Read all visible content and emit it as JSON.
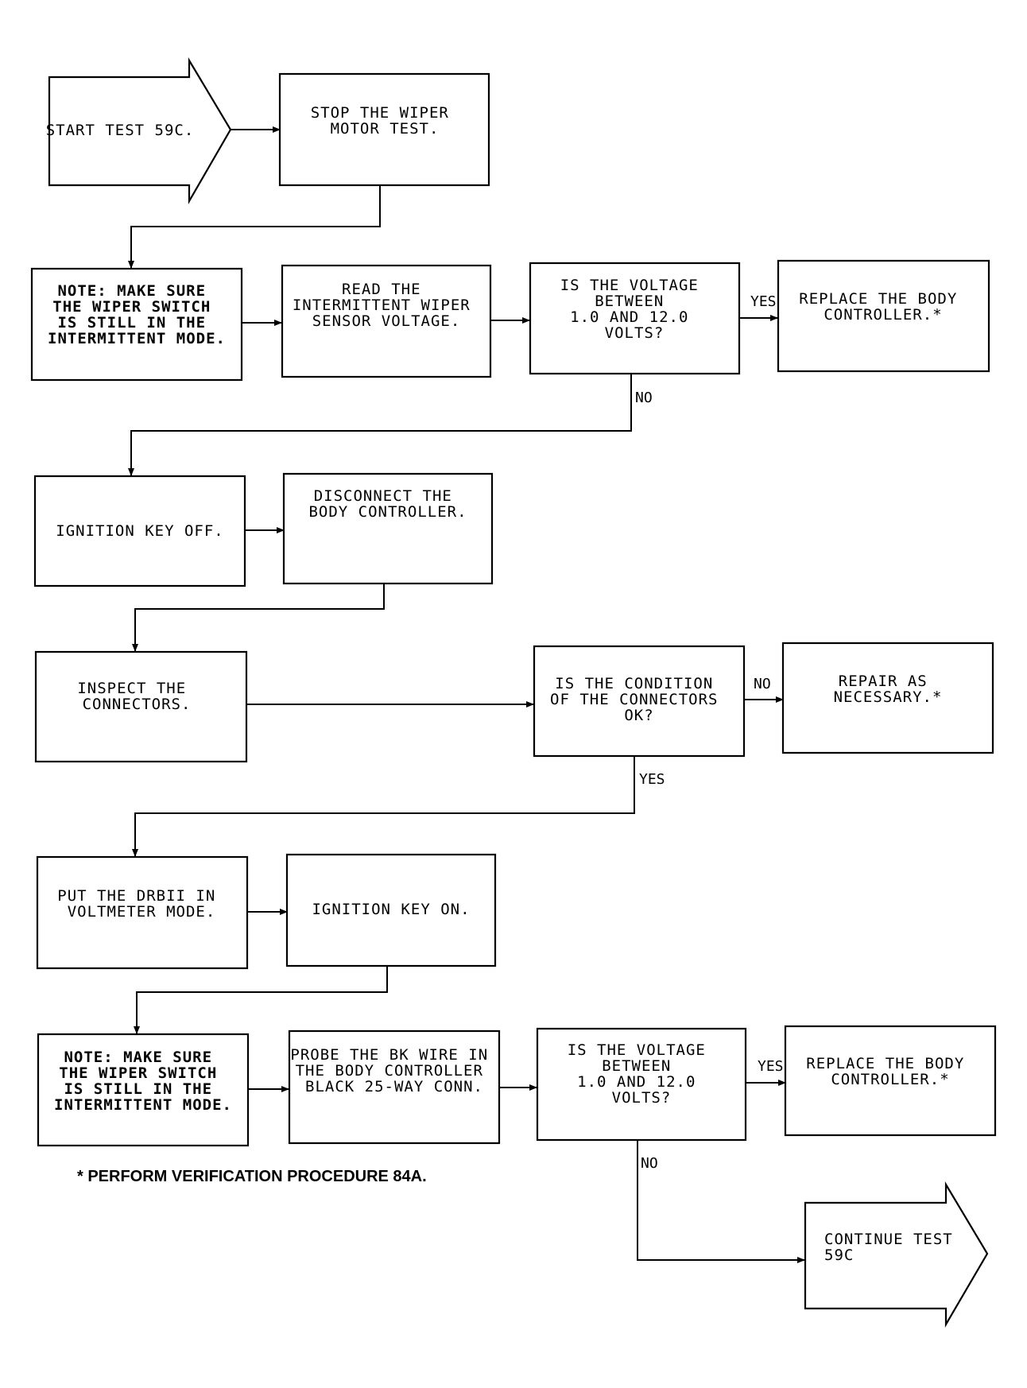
{
  "start": {
    "lines": [
      "START TEST 59C."
    ]
  },
  "continue": {
    "lines": [
      "CONTINUE TEST",
      "59C"
    ]
  },
  "steps": {
    "stop_wiper": {
      "lines": [
        "STOP THE WIPER",
        "MOTOR TEST."
      ]
    },
    "note_1": {
      "lines": [
        "NOTE:  MAKE SURE",
        "THE WIPER SWITCH",
        "IS STILL IN THE",
        "INTERMITTENT MODE."
      ]
    },
    "read_voltage": {
      "lines": [
        "READ THE",
        "INTERMITTENT WIPER",
        "SENSOR VOLTAGE."
      ]
    },
    "decision_voltage_1": {
      "lines": [
        "IS THE VOLTAGE",
        "BETWEEN",
        "1.0 AND 12.0",
        "VOLTS?"
      ]
    },
    "replace_1": {
      "lines": [
        "REPLACE THE BODY",
        "CONTROLLER.*"
      ]
    },
    "ignition_off": {
      "lines": [
        "IGNITION KEY OFF."
      ]
    },
    "disconnect": {
      "lines": [
        "DISCONNECT THE",
        "BODY CONTROLLER."
      ]
    },
    "inspect": {
      "lines": [
        "INSPECT THE",
        "CONNECTORS."
      ]
    },
    "decision_connectors": {
      "lines": [
        "IS THE CONDITION",
        "OF THE CONNECTORS",
        "OK?"
      ]
    },
    "repair": {
      "lines": [
        "REPAIR AS",
        "NECESSARY.*"
      ]
    },
    "drbii": {
      "lines": [
        "PUT THE DRBII IN",
        "VOLTMETER MODE."
      ]
    },
    "ignition_on": {
      "lines": [
        "IGNITION KEY ON."
      ]
    },
    "note_2": {
      "lines": [
        "NOTE:  MAKE SURE",
        "THE WIPER SWITCH",
        "IS STILL IN THE",
        "INTERMITTENT MODE."
      ]
    },
    "probe": {
      "lines": [
        "PROBE THE BK WIRE IN",
        "THE BODY CONTROLLER",
        "BLACK 25-WAY CONN."
      ]
    },
    "decision_voltage_2": {
      "lines": [
        "IS THE VOLTAGE",
        "BETWEEN",
        "1.0 AND 12.0",
        "VOLTS?"
      ]
    },
    "replace_2": {
      "lines": [
        "REPLACE THE BODY",
        "CONTROLLER.*"
      ]
    }
  },
  "labels": {
    "yes_1": "YES",
    "no_1": "NO",
    "no_2": "NO",
    "yes_2": "YES",
    "yes_3": "YES",
    "no_3": "NO"
  },
  "footnote": "* PERFORM VERIFICATION PROCEDURE 84A."
}
